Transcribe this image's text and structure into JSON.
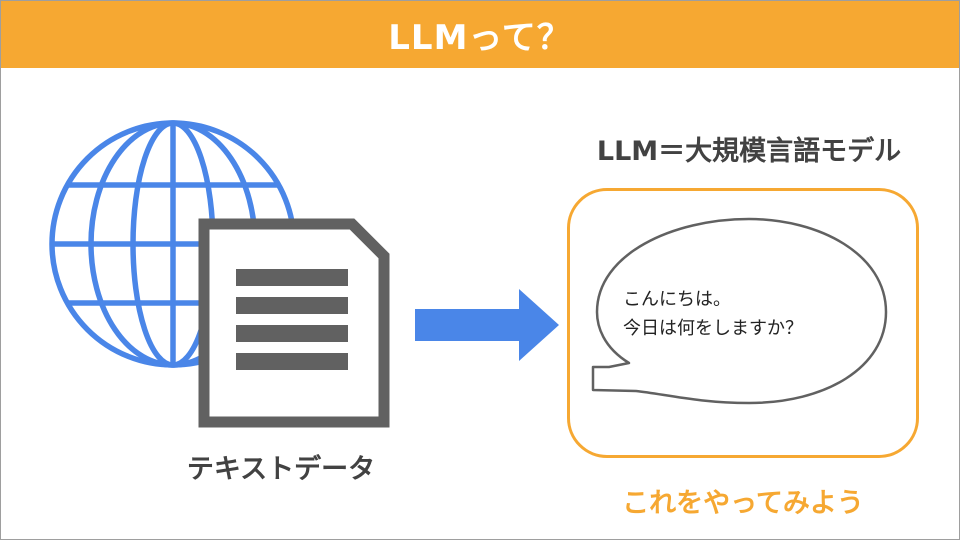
{
  "header": {
    "title": "LLMって？"
  },
  "left": {
    "document_label": "テキストデータ"
  },
  "right": {
    "model_title": "LLM＝大規模言語モデル",
    "bubble_lines": [
      "こんにちは。",
      "今日は何をしますか？"
    ],
    "cta": "これをやってみよう"
  },
  "icons": {
    "globe": "globe-icon",
    "document": "document-icon",
    "arrow": "right-arrow-icon",
    "bubble": "speech-bubble"
  },
  "colors": {
    "accent": "#f6a832",
    "blue": "#4a86e8",
    "dark": "#616161",
    "text": "#424242"
  }
}
